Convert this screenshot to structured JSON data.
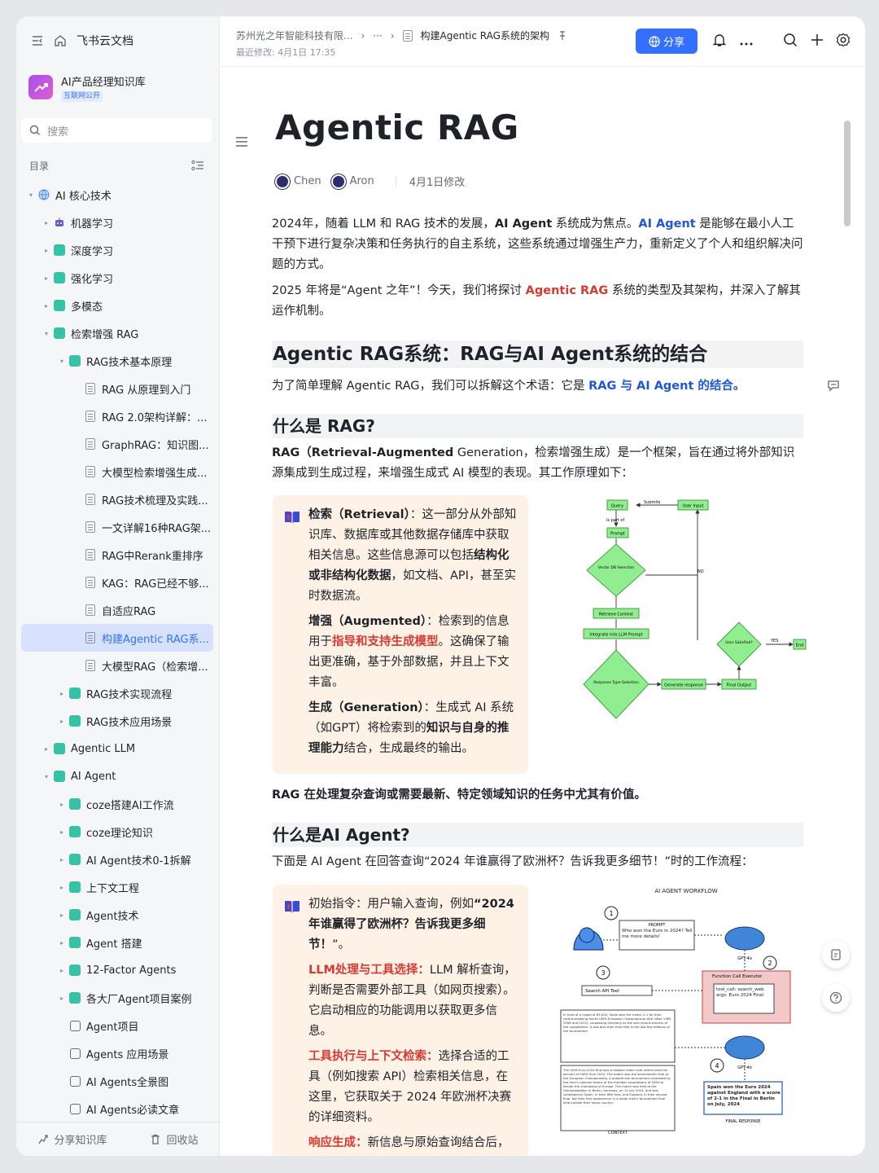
{
  "sidebar": {
    "app_name": "飞书云文档",
    "kb_name": "AI产品经理知识库",
    "kb_badge": "互联网公开",
    "search_placeholder": "搜索",
    "toc_label": "目录",
    "tree": [
      {
        "label": "AI 核心技术",
        "depth": 0,
        "caret": "▾",
        "icon": "globe"
      },
      {
        "label": "机器学习",
        "depth": 1,
        "caret": "▸",
        "icon": "robot"
      },
      {
        "label": "深度学习",
        "depth": 1,
        "caret": "▸",
        "icon": "tile"
      },
      {
        "label": "强化学习",
        "depth": 1,
        "caret": "▸",
        "icon": "tile"
      },
      {
        "label": "多模态",
        "depth": 1,
        "caret": "▸",
        "icon": "tile"
      },
      {
        "label": "检索增强 RAG",
        "depth": 1,
        "caret": "▾",
        "icon": "tile"
      },
      {
        "label": "RAG技术基本原理",
        "depth": 2,
        "caret": "▾",
        "icon": "tile"
      },
      {
        "label": "RAG 从原理到入门",
        "depth": 3,
        "caret": "",
        "icon": "doc"
      },
      {
        "label": "RAG 2.0架构详解：...",
        "depth": 3,
        "caret": "",
        "icon": "doc"
      },
      {
        "label": "GraphRAG：知识图...",
        "depth": 3,
        "caret": "",
        "icon": "doc"
      },
      {
        "label": "大模型检索增强生成...",
        "depth": 3,
        "caret": "",
        "icon": "doc"
      },
      {
        "label": "RAG技术梳理及实践...",
        "depth": 3,
        "caret": "",
        "icon": "doc"
      },
      {
        "label": "一文详解16种RAG架...",
        "depth": 3,
        "caret": "",
        "icon": "doc"
      },
      {
        "label": "RAG中Rerank重排序",
        "depth": 3,
        "caret": "",
        "icon": "doc"
      },
      {
        "label": "KAG：RAG已经不够...",
        "depth": 3,
        "caret": "",
        "icon": "doc"
      },
      {
        "label": "自适应RAG",
        "depth": 3,
        "caret": "",
        "icon": "doc"
      },
      {
        "label": "构建Agentic RAG系...",
        "depth": 3,
        "caret": "",
        "icon": "doc",
        "active": true
      },
      {
        "label": "大模型RAG（检索增...",
        "depth": 3,
        "caret": "",
        "icon": "doc"
      },
      {
        "label": "RAG技术实现流程",
        "depth": 2,
        "caret": "▸",
        "icon": "tile"
      },
      {
        "label": "RAG技术应用场景",
        "depth": 2,
        "caret": "▸",
        "icon": "tile"
      },
      {
        "label": "Agentic LLM",
        "depth": 1,
        "caret": "▸",
        "icon": "tile"
      },
      {
        "label": "AI Agent",
        "depth": 1,
        "caret": "▾",
        "icon": "tile"
      },
      {
        "label": "coze搭建AI工作流",
        "depth": 2,
        "caret": "▸",
        "icon": "tile"
      },
      {
        "label": "coze理论知识",
        "depth": 2,
        "caret": "▸",
        "icon": "tile"
      },
      {
        "label": "AI Agent技术0-1拆解",
        "depth": 2,
        "caret": "▸",
        "icon": "tile"
      },
      {
        "label": "上下文工程",
        "depth": 2,
        "caret": "▸",
        "icon": "tile"
      },
      {
        "label": "Agent技术",
        "depth": 2,
        "caret": "▸",
        "icon": "tile"
      },
      {
        "label": "Agent 搭建",
        "depth": 2,
        "caret": "▸",
        "icon": "tile"
      },
      {
        "label": "12-Factor Agents",
        "depth": 2,
        "caret": "▸",
        "icon": "tile"
      },
      {
        "label": "各大厂Agent项目案例",
        "depth": 2,
        "caret": "▸",
        "icon": "tile"
      },
      {
        "label": "Agent项目",
        "depth": 2,
        "caret": "",
        "icon": "box"
      },
      {
        "label": "Agents 应用场景",
        "depth": 2,
        "caret": "",
        "icon": "box"
      },
      {
        "label": "AI Agents全景图",
        "depth": 2,
        "caret": "",
        "icon": "box"
      },
      {
        "label": "AI Agents必读文章",
        "depth": 2,
        "caret": "",
        "icon": "box"
      }
    ],
    "share_kb": "分享知识库",
    "recycle": "回收站"
  },
  "header": {
    "org": "苏州光之年智能科技有限...",
    "ellipsis": "···",
    "doc": "构建Agentic RAG系统的架构",
    "last_modified": "最近修改: 4月1日 17:35",
    "share": "分享"
  },
  "doc": {
    "title": "Agentic RAG",
    "author1": "Chen",
    "author2": "Aron",
    "modified": "4月1日修改",
    "p1": [
      {
        "t": "2024年，随着 LLM 和 RAG 技术的发展，"
      },
      {
        "t": "AI Agent",
        "s": "b"
      },
      {
        "t": " 系统成为焦点。"
      },
      {
        "t": "AI Agent",
        "s": "blue"
      },
      {
        "t": " 是能够在最小人工干预下进行复杂决策和任务执行的自主系统，这些系统通过增强生产力，重新定义了个人和组织解决问题的方式。"
      }
    ],
    "p2": [
      {
        "t": "2025 年将是“Agent 之年”！今天，我们将探讨 "
      },
      {
        "t": "Agentic RAG",
        "s": "red"
      },
      {
        "t": " 系统的类型及其架构，并深入了解其运作机制。"
      }
    ],
    "h2_1": "Agentic RAG系统：RAG与AI Agent系统的结合",
    "p3": [
      {
        "t": "为了简单理解 Agentic RAG，我们可以拆解这个术语：它是 "
      },
      {
        "t": "RAG 与 AI Agent 的结合。",
        "s": "blue"
      }
    ],
    "h3_1": "什么是 RAG?",
    "p4": [
      {
        "t": "RAG（Retrieval-Augmented",
        "s": "b"
      },
      {
        "t": " Generation，检索增强生成）是一个框架，旨在通过将外部知识源集成到生成过程，来增强生成式 AI 模型的表现。其工作原理如下："
      }
    ],
    "callout1": [
      [
        {
          "t": "检索（Retrieval）",
          "s": "b"
        },
        {
          "t": "：这一部分从外部知识库、数据库或其他数据存储库中获取相关信息。这些信息源可以包括"
        },
        {
          "t": "结构化或非结构化数据",
          "s": "b"
        },
        {
          "t": "，如文档、API，甚至实时数据流。"
        }
      ],
      [
        {
          "t": "增强（Augmented）",
          "s": "b"
        },
        {
          "t": "：检索到的信息用于"
        },
        {
          "t": "指导和支持生成模型",
          "s": "red"
        },
        {
          "t": "。这确保了输出更准确，基于外部数据，并且上下文丰富。"
        }
      ],
      [
        {
          "t": "生成（Generation）",
          "s": "b"
        },
        {
          "t": "：生成式 AI 系统（如GPT）将检索到的"
        },
        {
          "t": "知识与自身的推理能力",
          "s": "b"
        },
        {
          "t": "结合，生成最终的输出。"
        }
      ]
    ],
    "p5": "RAG 在处理复杂查询或需要最新、特定领域知识的任务中尤其有价值。",
    "h3_2": "什么是AI Agent?",
    "p6": "下面是 AI Agent 在回答查询“2024 年谁赢得了欧洲杯？告诉我更多细节！”时的工作流程：",
    "callout2": [
      [
        {
          "t": "初始指令：用户输入查询，例如"
        },
        {
          "t": "“2024 年谁赢得了欧洲杯？告诉我更多细节！",
          "s": "b"
        },
        {
          "t": "”。"
        }
      ],
      [
        {
          "t": "LLM处理与工具选择：",
          "s": "red"
        },
        {
          "t": "LLM 解析查询，判断是否需要外部工具（如网页搜索）。它启动相应的功能调用以获取更多信息。"
        }
      ],
      [
        {
          "t": "工具执行与上下文检索：",
          "s": "red"
        },
        {
          "t": "选择合适的工具（例如搜索 API）检索相关信息，在这里，它获取关于 2024 年欧洲杯决赛的详细资料。"
        }
      ],
      [
        {
          "t": "响应生成：",
          "s": "red"
        },
        {
          "t": "新信息与原始查询结合后，LLM 生成完整的最终回应：“西"
        }
      ]
    ]
  },
  "flowchart": {
    "query": "Query",
    "submits": "Submits",
    "user_input": "User Input",
    "is_part_of": "is part of",
    "prompt": "Prompt",
    "vector_db": "Vector DB Selection",
    "no": "NO",
    "retrieve": "Retrieve Context",
    "integrate": "Integrate into LLM Prompt",
    "user_satisfied": "User Satisfied?",
    "yes": "YES",
    "end": "End",
    "response_type": "Response Type Selection",
    "generate": "Generate response",
    "final_output": "Final Output"
  },
  "workflow": {
    "title": "AI AGENT WORKFLOW",
    "prompt": "PROMPT",
    "query": "Who won the Euro in 2024? Tell me more details!",
    "gpt1": "GPT-4o",
    "search_tool": "Search API Tool",
    "executor": "Function Call Executor",
    "call": "tool_call: search_web args: Euro 2024 Final",
    "context_text1": "In front of a crowd of 65,000, Spain won the match 2-1 for their record-breaking fourth UEFA European Championship title (after 1964, 2008 and 2012), surpassing Germany as the sole record-winners of the competition. It was also their third title in the last five editions of the tournament.",
    "context_text2": "The UEFA Euro 2024 final was a football match that determined the winners of UEFA Euro 2024. The match was the seventeenth final of the European Championship, a quadrennial tournament contested by the men's national teams of the member associations of UEFA to decide the champions of Europe. The match was held at the Olympiastadion in Berlin, Germany, on 14 July 2024, and was contested by Spain, in their fifth final, and England, in their second final, but their first appearance in a major men's tournament final held outside their home country.",
    "context_label": "CONTEXT",
    "gpt2": "GPT-4o",
    "final": "Spain won the Euro 2024 against England with a score of 2-1 in the Final in Berlin on July, 2024",
    "final_label": "FINAL RESPONSE",
    "step1": "1",
    "step2": "2",
    "step3": "3",
    "step4": "4"
  },
  "colors": {
    "accent": "#3370ff",
    "red": "#d83931",
    "callout": "#fef1e6",
    "tile": "#36c2a5",
    "flow_green": "#90ee90"
  }
}
